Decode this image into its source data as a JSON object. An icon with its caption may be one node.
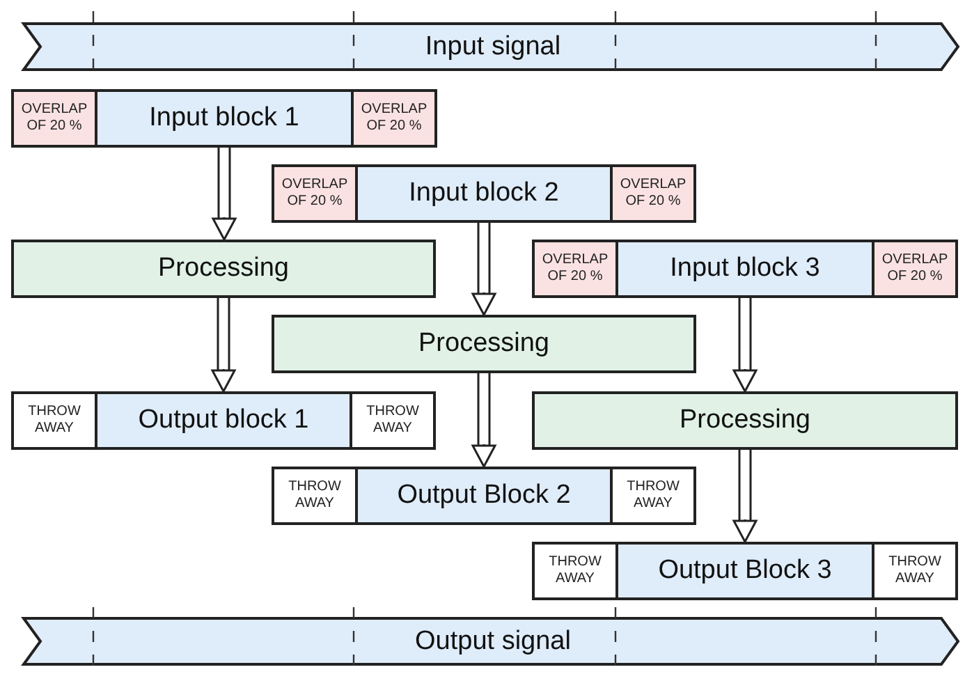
{
  "diagram": {
    "nodes": [
      {
        "text": [
          "Input signal"
        ]
      },
      {
        "text": [
          "Input block 1"
        ]
      },
      {
        "text": [
          "OVERLAP OF 20 %"
        ],
        "in": 1
      },
      {
        "text": [
          "OVERLAP OF 20 %"
        ],
        "in": 1
      },
      {
        "text": [
          "Input block 2"
        ]
      },
      {
        "text": [
          "OVERLAP OF 20 %"
        ],
        "in": 4
      },
      {
        "text": [
          "OVERLAP OF 20 %"
        ],
        "in": 4
      },
      {
        "text": [
          "Processing"
        ]
      },
      {
        "text": [
          "Input block 3"
        ]
      },
      {
        "text": [
          "OVERLAP OF 20 %"
        ],
        "in": 8
      },
      {
        "text": [
          "OVERLAP OF 20 %"
        ],
        "in": 8
      },
      {
        "text": [
          "Processing"
        ]
      },
      {
        "text": [
          "Output block 1"
        ]
      },
      {
        "text": [
          "THROW AWAY"
        ],
        "in": 12
      },
      {
        "text": [
          "THROW AWAY"
        ],
        "in": 12
      },
      {
        "text": [
          "Processing"
        ]
      },
      {
        "text": [
          "Output Block 2"
        ]
      },
      {
        "text": [
          "THROW AWAY"
        ],
        "in": 16
      },
      {
        "text": [
          "THROW AWAY"
        ],
        "in": 16
      },
      {
        "text": [
          "Output Block 3"
        ]
      },
      {
        "text": [
          "THROW AWAY"
        ],
        "in": 19
      },
      {
        "text": [
          "THROW AWAY"
        ],
        "in": 19
      },
      {
        "text": [
          "Output signal"
        ]
      }
    ],
    "edges": [
      {
        "from": 1,
        "to": 7,
        "arrow": "to"
      },
      {
        "from": 4,
        "to": 11,
        "arrow": "to"
      },
      {
        "from": 8,
        "to": 15,
        "arrow": "to"
      },
      {
        "from": 7,
        "to": 12,
        "arrow": "to"
      },
      {
        "from": 11,
        "to": 16,
        "arrow": "to"
      },
      {
        "from": 15,
        "to": 19,
        "arrow": "to"
      }
    ]
  }
}
